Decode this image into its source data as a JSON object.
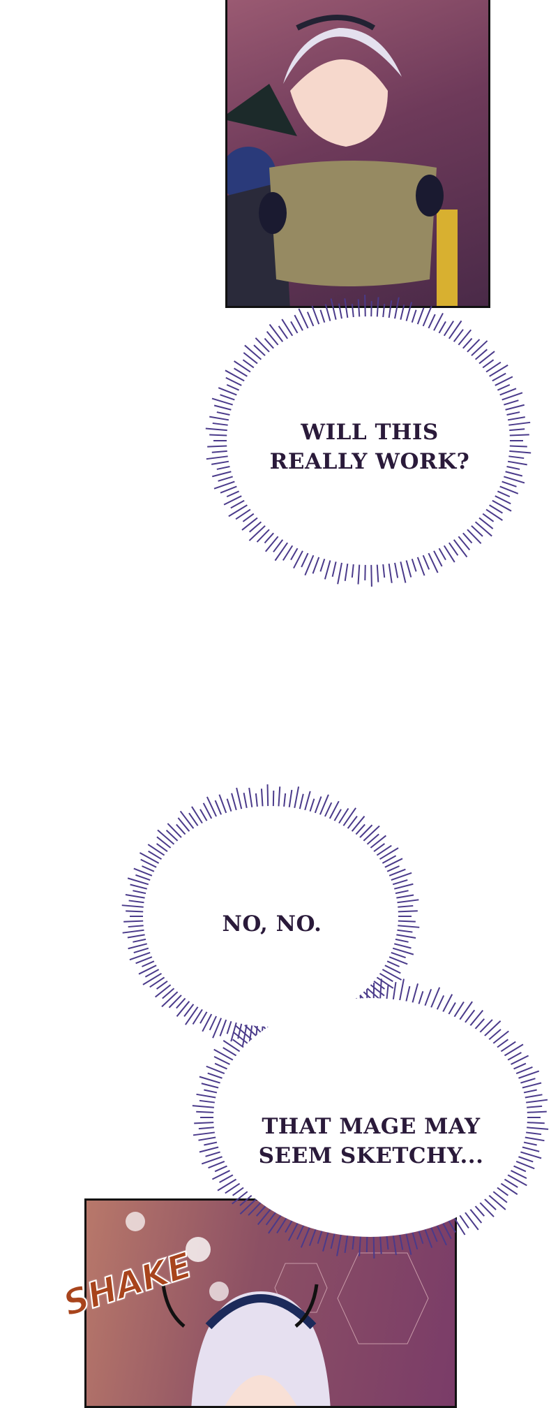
{
  "bubbles": [
    {
      "lines": [
        "WILL THIS",
        "REALLY WORK?"
      ]
    },
    {
      "lines": [
        "NO, NO."
      ]
    },
    {
      "lines": [
        "THAT MAGE MAY",
        "SEEM SKETCHY..."
      ]
    }
  ],
  "sfx": "SHAKE",
  "colors": {
    "bubble_spike": "#4a3a8a",
    "text": "#2a1a3a",
    "sfx": "#a8441c"
  }
}
